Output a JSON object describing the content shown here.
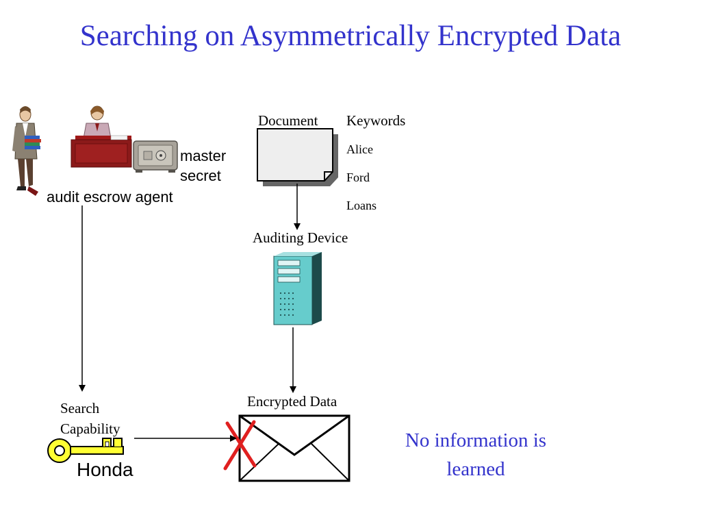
{
  "title": "Searching on Asymmetrically Encrypted Data",
  "escrow": {
    "label": "audit escrow agent",
    "master_secret": "master\nsecret"
  },
  "document": {
    "label": "Document",
    "keywords_header": "Keywords",
    "keywords": [
      "Alice",
      "Ford",
      "Loans"
    ]
  },
  "auditing_device": {
    "label": "Auditing Device"
  },
  "encrypted_data": {
    "label": "Encrypted Data"
  },
  "search_capability": {
    "label": "Search\nCapability",
    "key_label": "Honda"
  },
  "conclusion": "No information is learned",
  "colors": {
    "title": "#3333cc",
    "conclusion": "#3333cc",
    "reject_x": "#e02020",
    "key": "#ffff33",
    "server": "#66cccc",
    "desk": "#8b1a1a"
  }
}
